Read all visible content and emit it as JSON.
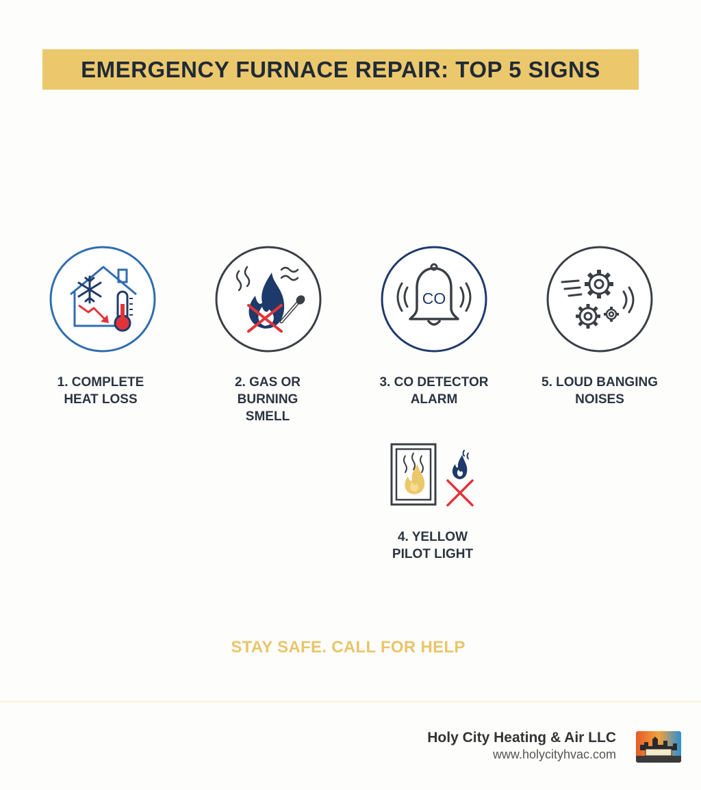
{
  "title": "EMERGENCY FURNACE REPAIR: TOP 5 SIGNS",
  "signs": [
    {
      "label_line1": "1. COMPLETE",
      "label_line2": "HEAT LOSS",
      "label_line3": "",
      "icon": "cold-house-thermometer-icon"
    },
    {
      "label_line1": "2. GAS OR",
      "label_line2": "BURNING",
      "label_line3": "SMELL",
      "icon": "burning-smell-icon"
    },
    {
      "label_line1": "3. CO DETECTOR",
      "label_line2": "ALARM",
      "label_line3": "",
      "icon": "co-alarm-bell-icon",
      "icon_text": "CO"
    },
    {
      "label_line1": "4. YELLOW",
      "label_line2": "PILOT LIGHT",
      "label_line3": "",
      "icon": "yellow-pilot-light-icon"
    },
    {
      "label_line1": "5. LOUD BANGING",
      "label_line2": "NOISES",
      "label_line3": "",
      "icon": "gears-noise-icon"
    }
  ],
  "tagline": "STAY SAFE. CALL FOR HELP",
  "footer": {
    "company": "Holy City Heating & Air LLC",
    "url": "www.holycityhvac.com",
    "logo_icon": "company-logo-icon"
  },
  "colors": {
    "banner": "#ecc86d",
    "navy": "#1e3a6b",
    "blue": "#2f6cb0",
    "red": "#e0343a",
    "gold": "#e9c46a",
    "dark": "#3a3f45"
  }
}
